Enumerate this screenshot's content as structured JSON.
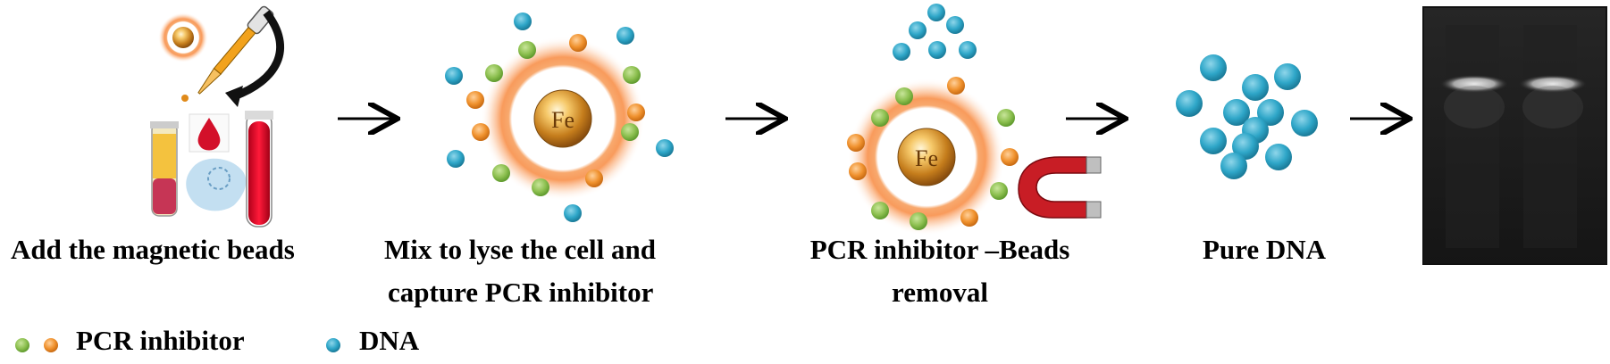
{
  "steps": [
    {
      "line1": "Add the magnetic beads",
      "line2": ""
    },
    {
      "line1": "Mix to lyse the cell  and",
      "line2": "capture  PCR inhibitor"
    },
    {
      "line1": "PCR inhibitor –Beads",
      "line2": "removal"
    },
    {
      "line1": "Pure DNA",
      "line2": ""
    }
  ],
  "bead_label": "Fe",
  "legend": {
    "inhibitor_label": "PCR inhibitor",
    "dna_label": "DNA"
  },
  "colors": {
    "inhibitor_green": "#8dc050",
    "inhibitor_orange": "#f0922e",
    "dna_blue": "#2ea6c8",
    "bead_glow": "#f8904a",
    "gel_background": "#1c1c1c"
  }
}
